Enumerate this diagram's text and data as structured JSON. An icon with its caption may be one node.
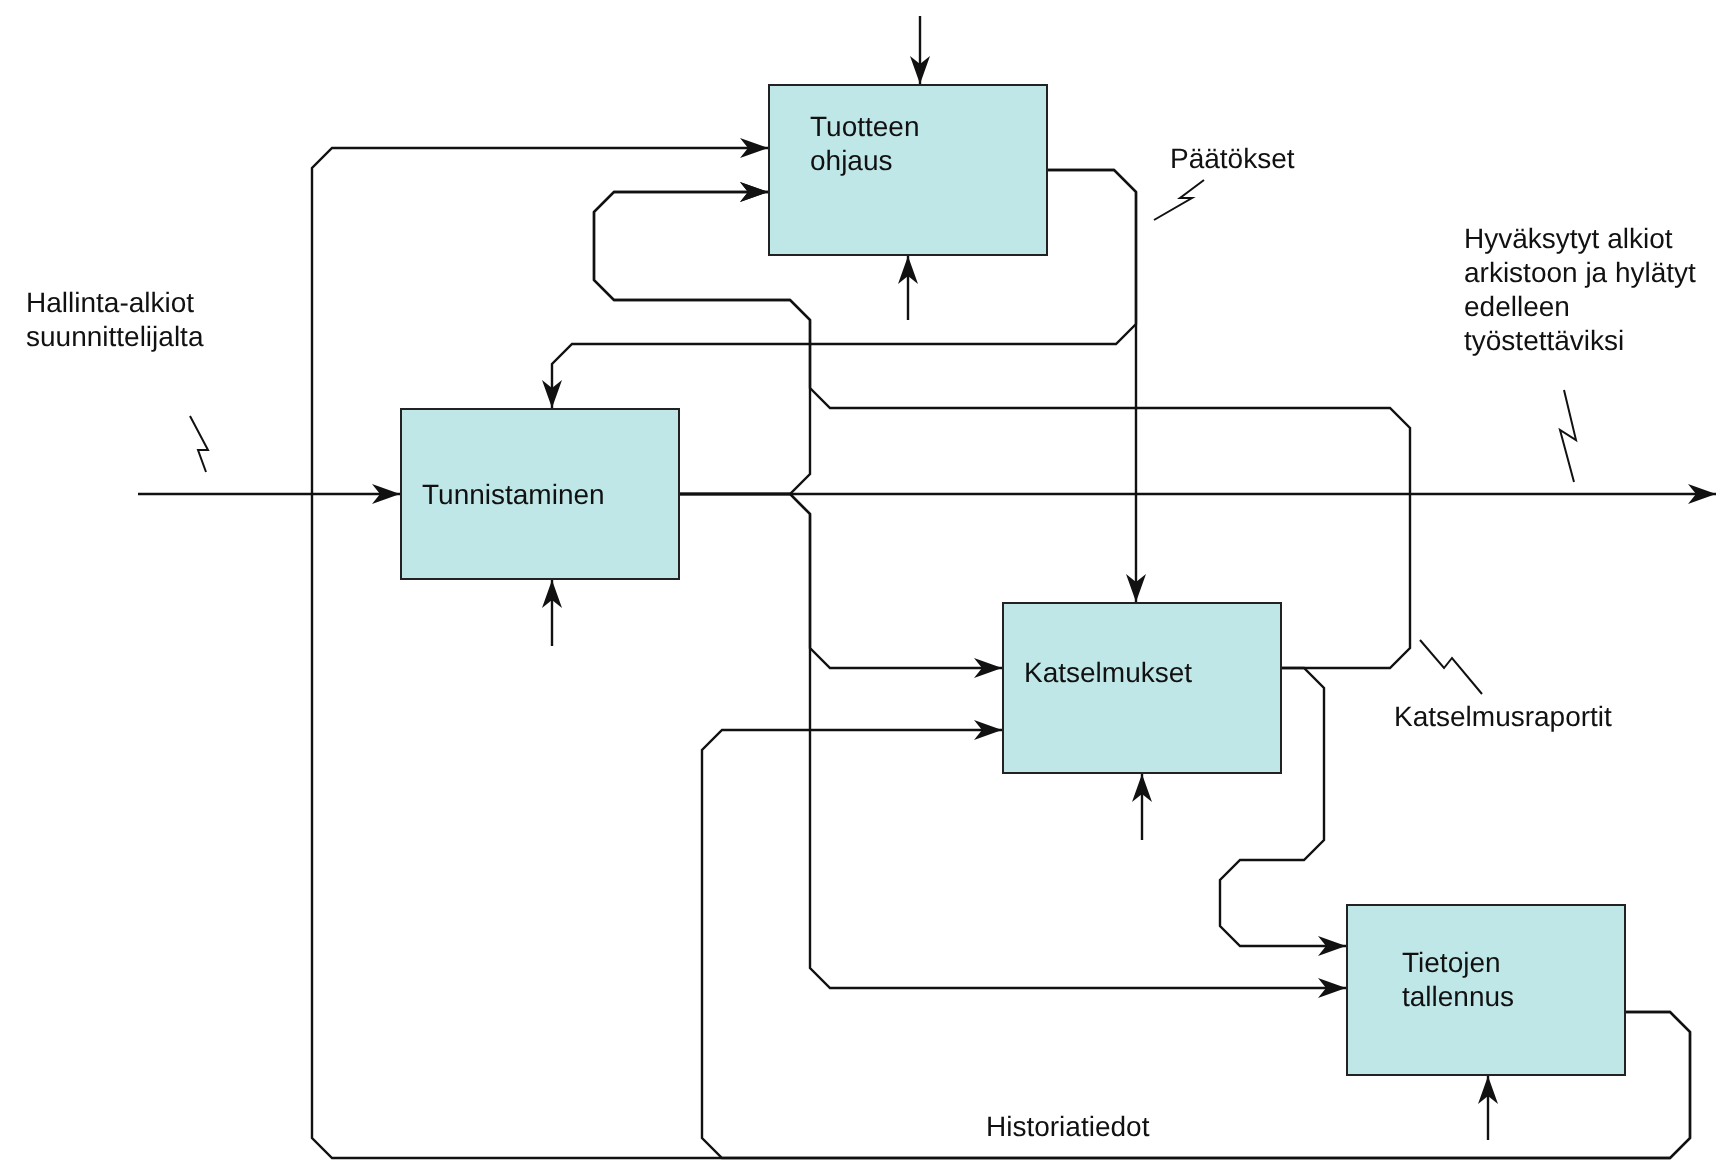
{
  "diagram": {
    "nodes": [
      {
        "text": [
          "Tuotteen ohjaus"
        ]
      },
      {
        "text": [
          "Tunnistaminen"
        ]
      },
      {
        "text": [
          "Katselmukset"
        ]
      },
      {
        "text": [
          "Tietojen tallennus"
        ]
      }
    ],
    "edges": [
      {
        "from": null,
        "to": 1,
        "arrow": "to"
      },
      {
        "from": 1,
        "to": null,
        "arrow": "to"
      },
      {
        "from": 1,
        "to": 0,
        "arrow": "to"
      },
      {
        "from": 1,
        "to": 2,
        "arrow": "to"
      },
      {
        "from": 1,
        "to": 3,
        "arrow": "to"
      },
      {
        "from": 0,
        "to": 1,
        "arrow": "to"
      },
      {
        "from": 0,
        "to": 2,
        "arrow": "to"
      },
      {
        "from": 2,
        "to": 0,
        "arrow": "to"
      },
      {
        "from": 2,
        "to": 3,
        "arrow": "to"
      },
      {
        "from": 3,
        "to": 0,
        "arrow": "to"
      },
      {
        "from": 3,
        "to": 2,
        "arrow": "to"
      },
      {
        "from": null,
        "to": 0,
        "arrow": "to"
      },
      {
        "from": null,
        "to": 0,
        "arrow": "to"
      },
      {
        "from": null,
        "to": 1,
        "arrow": "to"
      },
      {
        "from": null,
        "to": 2,
        "arrow": "to"
      },
      {
        "from": null,
        "to": 3,
        "arrow": "to"
      }
    ],
    "labels": [
      "Hallinta-alkiot suunnittelijalta",
      "Päätökset",
      "Hyväksytyt alkiot arkistoon ja hylätyt edelleen työstettäviksi",
      "Katselmusraportit",
      "Historiatiedot"
    ]
  }
}
